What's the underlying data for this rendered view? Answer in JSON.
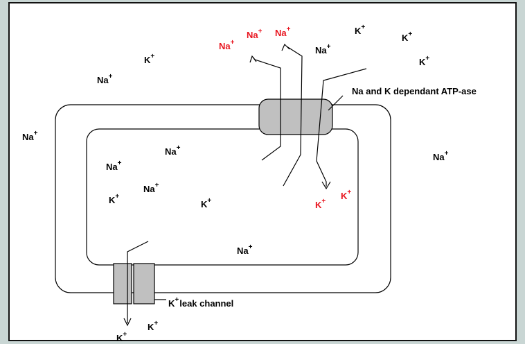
{
  "labels": {
    "atpase": "Na and K dependant ATP-ase",
    "leak_channel": "leak channel",
    "leak_channel_ion": "K"
  },
  "ions": [
    {
      "symbol": "Na",
      "charge": "+",
      "color": "red"
    },
    {
      "symbol": "Na",
      "charge": "+",
      "color": "red"
    },
    {
      "symbol": "Na",
      "charge": "+",
      "color": "red"
    },
    {
      "symbol": "Na",
      "charge": "+",
      "color": "black"
    },
    {
      "symbol": "K",
      "charge": "+",
      "color": "black"
    },
    {
      "symbol": "K",
      "charge": "+",
      "color": "black"
    },
    {
      "symbol": "K",
      "charge": "+",
      "color": "black"
    },
    {
      "symbol": "K",
      "charge": "+",
      "color": "black"
    },
    {
      "symbol": "Na",
      "charge": "+",
      "color": "black"
    },
    {
      "symbol": "Na",
      "charge": "+",
      "color": "black"
    },
    {
      "symbol": "Na",
      "charge": "+",
      "color": "black"
    },
    {
      "symbol": "Na",
      "charge": "+",
      "color": "black"
    },
    {
      "symbol": "Na",
      "charge": "+",
      "color": "black"
    },
    {
      "symbol": "K",
      "charge": "+",
      "color": "black"
    },
    {
      "symbol": "Na",
      "charge": "+",
      "color": "black"
    },
    {
      "symbol": "K",
      "charge": "+",
      "color": "black"
    },
    {
      "symbol": "K",
      "charge": "+",
      "color": "red"
    },
    {
      "symbol": "K",
      "charge": "+",
      "color": "red"
    },
    {
      "symbol": "Na",
      "charge": "+",
      "color": "black"
    },
    {
      "symbol": "K",
      "charge": "+",
      "color": "black"
    },
    {
      "symbol": "K",
      "charge": "+",
      "color": "black"
    }
  ],
  "colors": {
    "red": "#e8141e",
    "black": "#000000",
    "channel_fill": "#c0c0c0"
  }
}
